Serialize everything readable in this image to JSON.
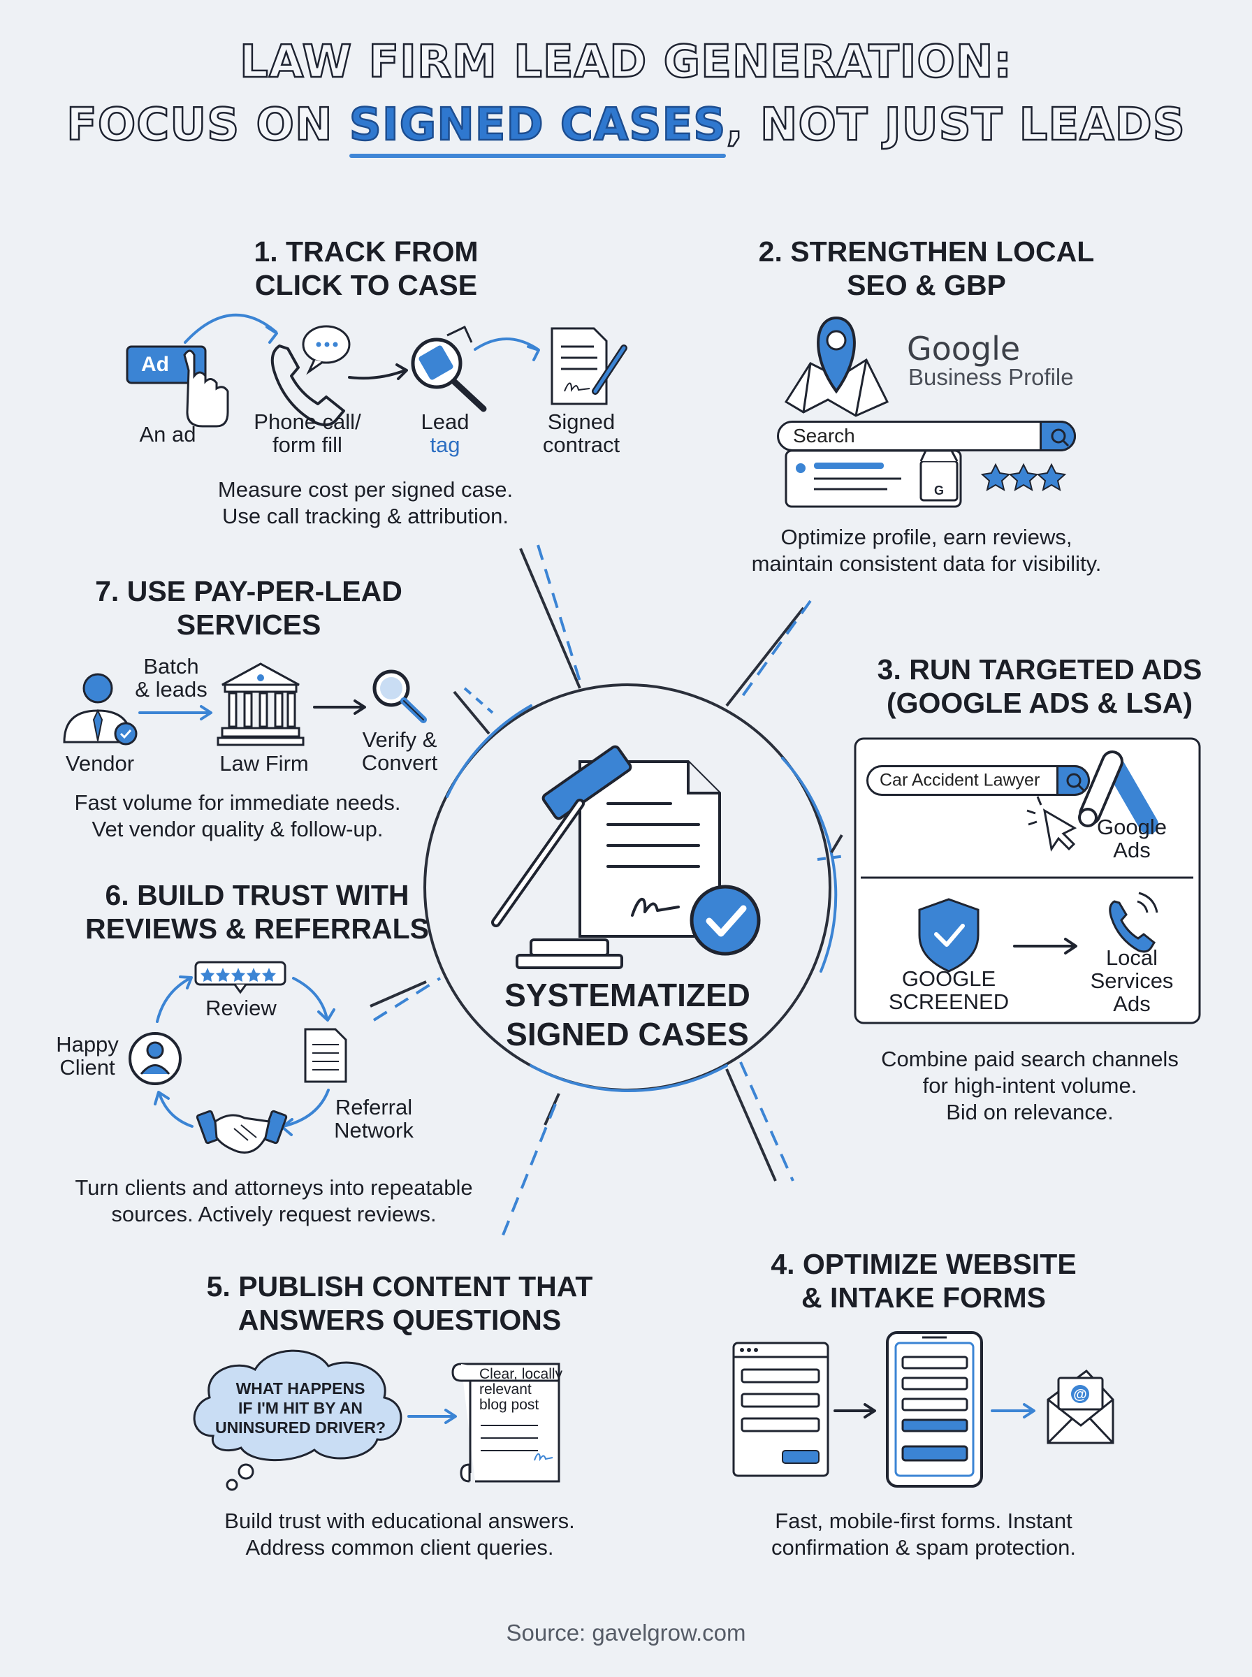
{
  "title": {
    "line1": "LAW FIRM LEAD GENERATION:",
    "line2_prefix": "FOCUS ON ",
    "line2_highlight": "SIGNED CASES",
    "line2_suffix": ", NOT JUST LEADS"
  },
  "center": {
    "line1": "SYSTEMATIZED",
    "line2": "SIGNED CASES"
  },
  "sections": {
    "s1": {
      "heading": [
        "1. TRACK FROM",
        "CLICK TO CASE"
      ],
      "ad_badge": "Ad",
      "steps": [
        "An ad",
        "Phone call/",
        "form fill",
        "Lead",
        "tag",
        "Signed",
        "contract"
      ],
      "desc": [
        "Measure cost per signed case.",
        "Use call tracking & attribution."
      ]
    },
    "s2": {
      "heading": [
        "2. STRENGTHEN LOCAL",
        "SEO & GBP"
      ],
      "google": "Google",
      "business_profile": "Business Profile",
      "search_placeholder": "Search",
      "desc": [
        "Optimize profile, earn reviews,",
        "maintain consistent data for visibility."
      ]
    },
    "s3": {
      "heading": [
        "3. RUN TARGETED ADS",
        "(GOOGLE ADS & LSA)"
      ],
      "search_query": "Car Accident Lawyer",
      "google_ads": [
        "Google",
        "Ads"
      ],
      "google_screened": [
        "GOOGLE",
        "SCREENED"
      ],
      "lsa": [
        "Local",
        "Services",
        "Ads"
      ],
      "desc": [
        "Combine paid search channels",
        "for high-intent volume.",
        "Bid on relevance."
      ]
    },
    "s4": {
      "heading": [
        "4. OPTIMIZE WEBSITE",
        "& INTAKE FORMS"
      ],
      "desc": [
        "Fast, mobile-first forms. Instant",
        "confirmation & spam protection."
      ]
    },
    "s5": {
      "heading": [
        "5. PUBLISH CONTENT THAT",
        "ANSWERS QUESTIONS"
      ],
      "question": [
        "WHAT HAPPENS",
        "IF I'M HIT BY AN",
        "UNINSURED DRIVER?"
      ],
      "scroll": [
        "Clear, locally",
        "relevant",
        "blog post"
      ],
      "desc": [
        "Build trust with educational answers.",
        "Address common client queries."
      ]
    },
    "s6": {
      "heading": [
        "6. BUILD TRUST WITH",
        "REVIEWS & REFERRALS"
      ],
      "review": "Review",
      "happy_client": [
        "Happy",
        "Client"
      ],
      "referral": [
        "Referral",
        "Network"
      ],
      "desc": [
        "Turn clients and attorneys into repeatable",
        "sources. Actively request reviews."
      ]
    },
    "s7": {
      "heading": [
        "7. USE PAY-PER-LEAD",
        "SERVICES"
      ],
      "batch": [
        "Batch",
        "& leads"
      ],
      "vendor": "Vendor",
      "law_firm": "Law Firm",
      "verify": [
        "Verify &",
        "Convert"
      ],
      "desc": [
        "Fast volume for immediate needs.",
        "Vet vendor quality & follow-up."
      ]
    }
  },
  "source": "Source: gavelgrow.com",
  "colors": {
    "accent": "#3b84d4",
    "ink": "#1f2430",
    "background": "#eef1f5"
  }
}
